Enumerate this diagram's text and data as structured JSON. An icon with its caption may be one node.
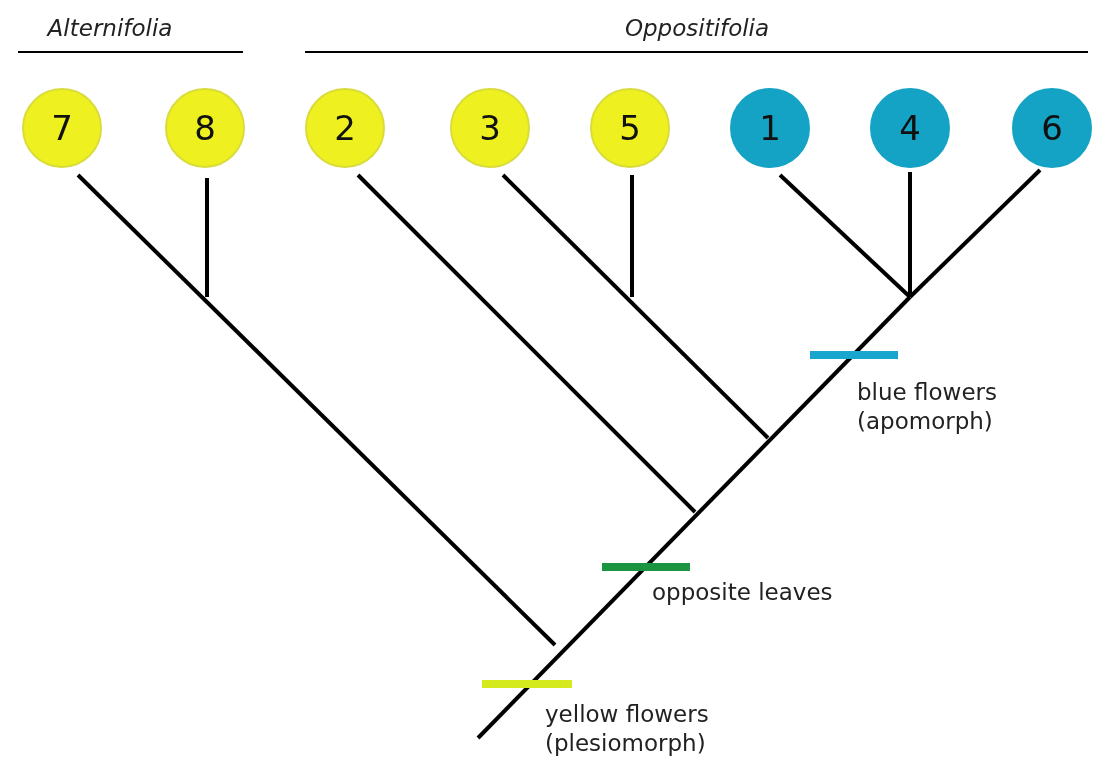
{
  "diagram": {
    "nodes": [
      {
        "text": [
          "7"
        ]
      },
      {
        "text": [
          "8"
        ]
      },
      {
        "text": [
          "2"
        ]
      },
      {
        "text": [
          "3"
        ]
      },
      {
        "text": [
          "5"
        ]
      },
      {
        "text": [
          "1"
        ]
      },
      {
        "text": [
          "4"
        ]
      },
      {
        "text": [
          "6"
        ]
      }
    ],
    "labels": [
      "Alternifolia",
      "Oppositifolia",
      "blue flowers (apomorph)",
      "opposite leaves",
      "yellow flowers (plesiomorph)"
    ]
  }
}
